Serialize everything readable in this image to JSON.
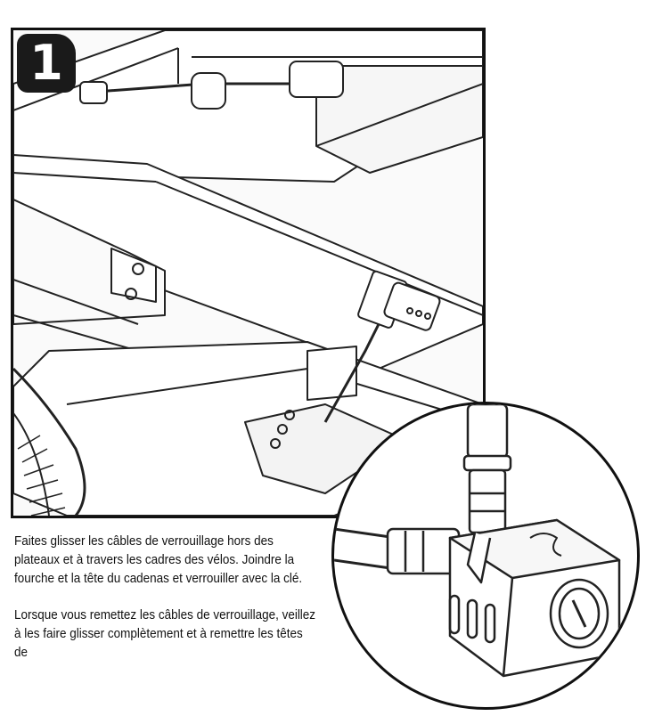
{
  "step": {
    "number": "1"
  },
  "illustration": {
    "main_icon": "bike-rack-lock-cable-illustration",
    "detail_icon": "cable-lock-head-detail-illustration"
  },
  "instructions": {
    "paragraph_1": "Faites glisser les câbles de verrouillage hors des plateaux et à travers les cadres des vélos. Joindre la fourche et la tête du cadenas et verrouiller avec la clé.",
    "paragraph_2": "Lorsque vous remettez les câbles de verrouillage, veillez à les faire glisser complètement et à remettre les têtes de"
  }
}
